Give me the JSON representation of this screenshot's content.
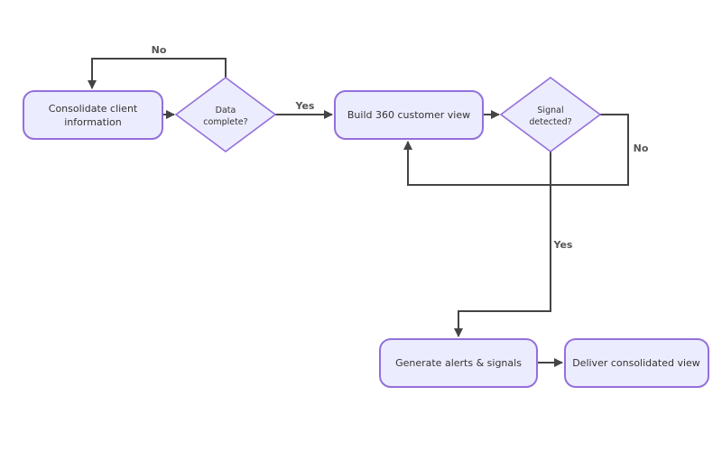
{
  "diagram": {
    "nodes": {
      "consolidate": {
        "line1": "Consolidate client",
        "line2": "information"
      },
      "data_complete": {
        "line1": "Data",
        "line2": "complete?"
      },
      "build_view": {
        "label": "Build 360 customer view"
      },
      "signal_detected": {
        "line1": "Signal",
        "line2": "detected?"
      },
      "generate_alerts": {
        "label": "Generate alerts & signals"
      },
      "deliver_view": {
        "label": "Deliver consolidated view"
      }
    },
    "edges": {
      "data_no": "No",
      "data_yes": "Yes",
      "signal_no": "No",
      "signal_yes": "Yes"
    },
    "colors": {
      "node_fill": "#ECECFF",
      "node_stroke": "#9370DB",
      "edge": "#444444",
      "text": "#333333"
    }
  }
}
